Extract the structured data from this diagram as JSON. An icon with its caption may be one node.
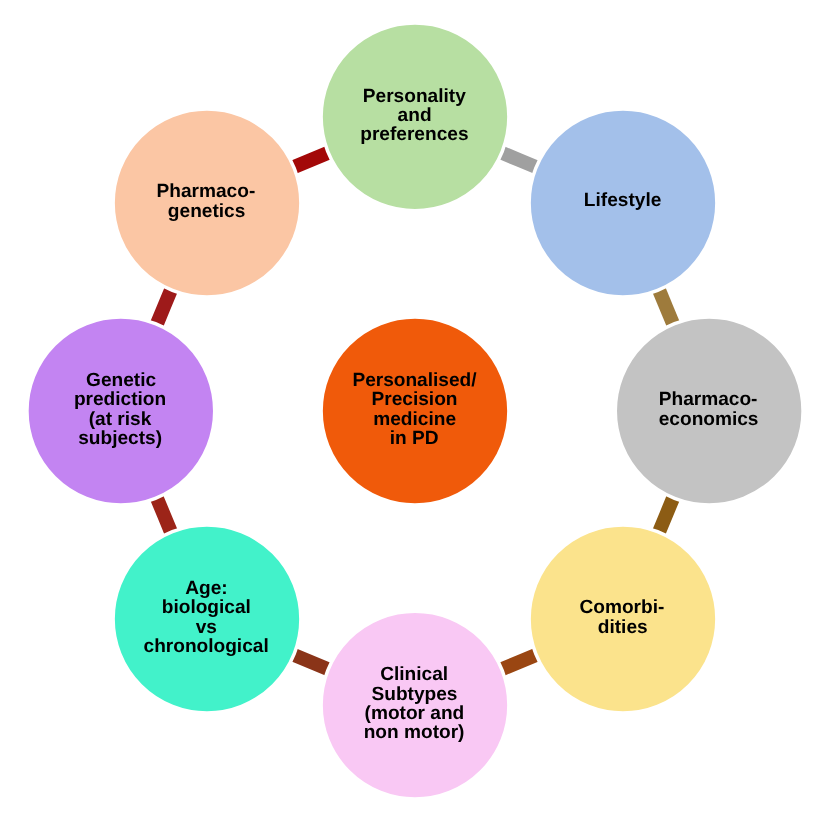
{
  "diagram": {
    "nodes": [
      {
        "text": [
          "Personalised/ Precision medicine in PD"
        ]
      },
      {
        "text": [
          "Personality and preferences"
        ]
      },
      {
        "text": [
          "Lifestyle"
        ]
      },
      {
        "text": [
          "Pharmaco- economics"
        ]
      },
      {
        "text": [
          "Comorbi- dities"
        ]
      },
      {
        "text": [
          "Clinical Subtypes (motor and non motor)"
        ]
      },
      {
        "text": [
          "Age: biological vs chronological"
        ]
      },
      {
        "text": [
          "Genetic prediction",
          "(at risk subjects)"
        ]
      },
      {
        "text": [
          "Pharmaco- genetics"
        ]
      }
    ],
    "edges": [
      {
        "from": 1,
        "to": 2,
        "arrow": "none",
        "color": "#a0a0a0"
      },
      {
        "from": 2,
        "to": 3,
        "arrow": "none",
        "color": "#9e7b3c"
      },
      {
        "from": 3,
        "to": 4,
        "arrow": "none",
        "color": "#8c5c14"
      },
      {
        "from": 4,
        "to": 5,
        "arrow": "none",
        "color": "#9a4612"
      },
      {
        "from": 5,
        "to": 6,
        "arrow": "none",
        "color": "#8a3418"
      },
      {
        "from": 6,
        "to": 7,
        "arrow": "none",
        "color": "#9c2418"
      },
      {
        "from": 7,
        "to": 8,
        "arrow": "none",
        "color": "#9e1a1a"
      },
      {
        "from": 8,
        "to": 1,
        "arrow": "none",
        "color": "#a30808"
      }
    ]
  }
}
